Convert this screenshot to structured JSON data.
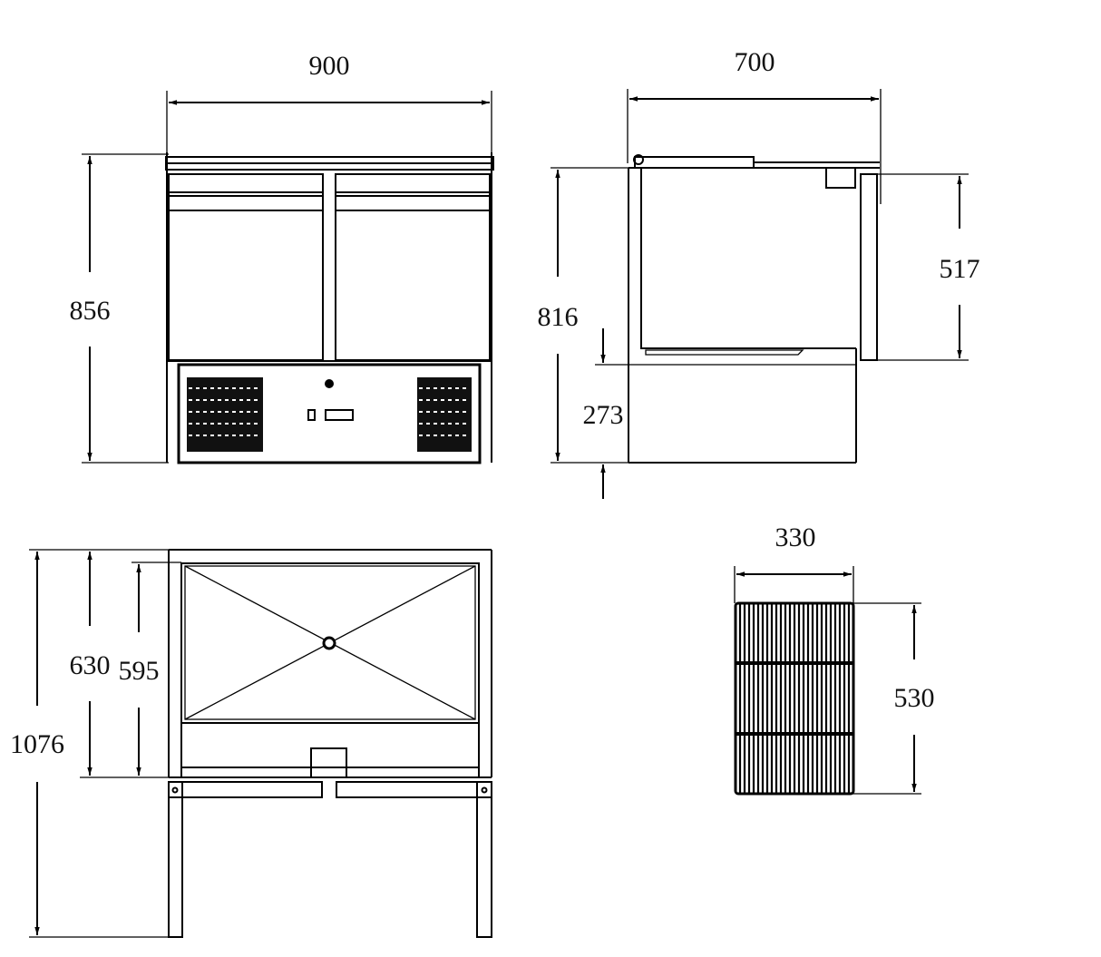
{
  "diagram": {
    "type": "technical-dimension-drawing",
    "subject": "2-door refrigerated prep counter",
    "colors": {
      "line": "#000000",
      "background": "#ffffff"
    },
    "views": {
      "front": {
        "dims": {
          "width": "900",
          "height": "856"
        }
      },
      "side": {
        "dims": {
          "depth": "700",
          "height": "816",
          "plinth_height": "273",
          "door_height": "517"
        }
      },
      "plan": {
        "dims": {
          "total_depth": "1076",
          "body_depth": "630",
          "inner_depth": "595"
        }
      },
      "shelf": {
        "dims": {
          "width": "330",
          "depth": "530"
        }
      }
    }
  }
}
